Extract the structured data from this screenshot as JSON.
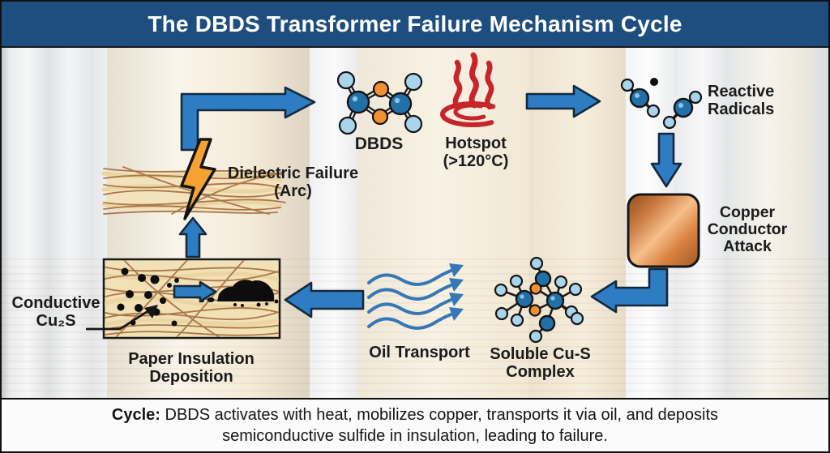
{
  "title": "The DBDS Transformer Failure Mechanism Cycle",
  "nodes": {
    "dbds": {
      "label": "DBDS"
    },
    "hotspot": {
      "label": "Hotspot\n(>120°C)"
    },
    "reactive_radicals": {
      "label": "Reactive\nRadicals"
    },
    "copper_attack": {
      "label": "Copper\nConductor\nAttack"
    },
    "soluble_complex": {
      "label": "Soluble Cu-S\nComplex"
    },
    "oil_transport": {
      "label": "Oil Transport"
    },
    "paper_deposition": {
      "label": "Paper Insulation\nDeposition"
    },
    "conductive_cu2s": {
      "label": "Conductive\nCu₂S"
    },
    "dielectric_failure": {
      "label": "Dielectric Failure\n(Arc)"
    }
  },
  "caption": {
    "prefix": "Cycle:",
    "text": " DBDS activates with heat, mobilizes copper, transports it via oil, and deposits semiconductive sulfide in insulation, leading to failure."
  },
  "icons": {
    "dbds_molecule": "ball-and-stick disulfide molecule",
    "hotspot_flame": "red heat flame over swirl",
    "radical_fragments": "molecule fragments with free-radical dot",
    "copper_square": "polished copper conductor block",
    "cus_complex_molecule": "copper-sulfur complex molecule",
    "oil_waves": "four wavy flow arrows",
    "paper_insulation": "woven paper with black sulfide deposit",
    "lightning_bolt": "arc discharge bolt",
    "cycle_arrows": "blue process arrows"
  },
  "colors": {
    "title_bar": "#1d4e7f",
    "arrow_blue": "#2e7cc2",
    "arrow_outline": "#13293e",
    "wave_blue": "#3578b5",
    "flame_red": "#c8252b",
    "bolt_orange": "#f5a233",
    "copper_light": "#f6bf8a",
    "copper_dark": "#8f4d1f",
    "atom_dark": "#2270a8",
    "atom_light": "#a8d4ec",
    "atom_orange": "#f09030",
    "paper_fill": "#f2e0b6",
    "fiber_brown": "#a9784a",
    "label_text": "#1b1b1b",
    "caption_bg": "#fbfbfb"
  }
}
